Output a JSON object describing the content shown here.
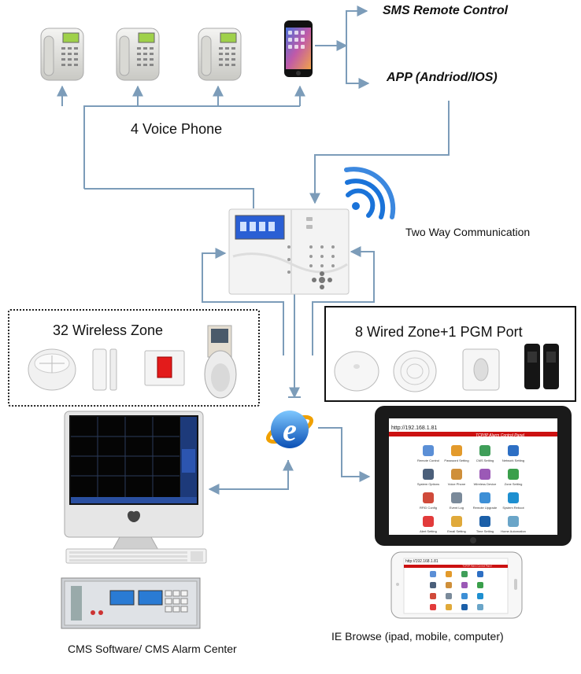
{
  "labels": {
    "sms": "SMS Remote Control",
    "app": "APP (Andriod/IOS)",
    "voice_phone": "4 Voice Phone",
    "two_way": "Two Way Communication",
    "wireless_zone": "32 Wireless Zone",
    "wired_zone": "8 Wired Zone+1 PGM Port",
    "cms": "CMS Software/ CMS Alarm Center",
    "ie_browse": "IE Browse (ipad, mobile, computer)"
  },
  "tablet": {
    "url": "http://192.168.1.81",
    "banner": "TCP/IP Alarm Control Panel",
    "apps": [
      "Remote Control",
      "Password Setting",
      "CMS Setting",
      "Network Setting",
      "System Options",
      "Voice Phone",
      "Wireless Device",
      "Zone Setting",
      "RFID Config",
      "Event Log",
      "Remote Upgrade",
      "System Reboot",
      "Alert Setting",
      "Email Setting",
      "Time Setting",
      "Home Automation"
    ]
  },
  "phone": {
    "url": "http://192.168.1.81",
    "banner": "TCP/IP Alarm Control Panel"
  },
  "colors": {
    "line": "#7c9cb9",
    "panel_screen": "#2a5fd4",
    "banner_red": "#cc1111",
    "wifi_blue": "#1a73d9"
  }
}
